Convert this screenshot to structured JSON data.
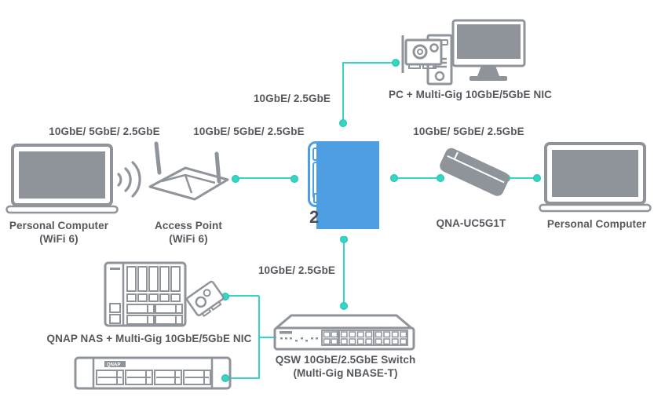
{
  "colors": {
    "icon_gray": "#8e949a",
    "text_gray": "#54585d",
    "link_teal": "#35d6c4",
    "overlay_blue": "#4d9ee3"
  },
  "links": {
    "left_laptop_wifi": "10GbE/ 5GbE/ 2.5GbE",
    "ap_to_switch": "10GbE/ 5GbE/ 2.5GbE",
    "switch_to_top_pc": "10GbE/ 2.5GbE",
    "switch_to_adapter": "10GbE/ 5GbE/ 2.5GbE",
    "switch_to_qsw": "10GbE/ 2.5GbE"
  },
  "nodes": {
    "left_laptop": {
      "line1": "Personal Computer",
      "line2": "(WiFi 6)"
    },
    "access_point": {
      "line1": "Access Point",
      "line2": "(WiFi 6)"
    },
    "top_pc": {
      "label": "PC + Multi-Gig 10GbE/5GbE NIC"
    },
    "adapter": {
      "label": "QNA-UC5G1T"
    },
    "right_laptop": {
      "label": "Personal Computer"
    },
    "nas": {
      "label": "QNAP NAS + Multi-Gig 10GbE/5GbE NIC"
    },
    "rackmount": {
      "logo": "QNAP"
    },
    "central_switch": {
      "partial_text": "2"
    },
    "qsw_switch": {
      "line1": "QSW 10GbE/2.5GbE Switch",
      "line2": "(Multi-Gig NBASE-T)"
    }
  }
}
